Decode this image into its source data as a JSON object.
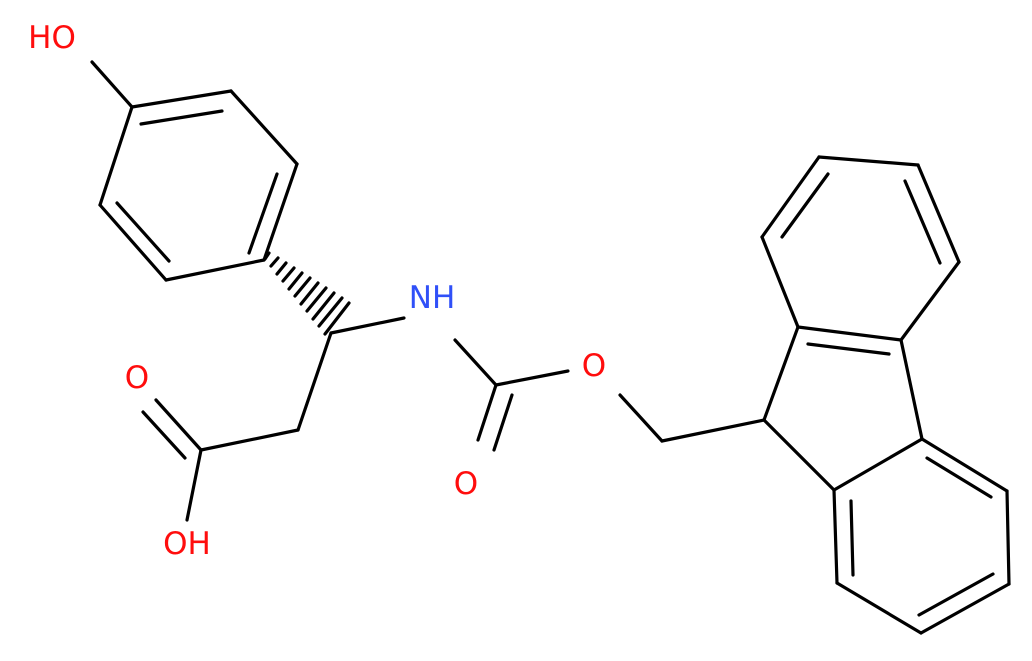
{
  "atoms": {
    "phenol_oh": {
      "text": "HO",
      "color": "#ff0d0d"
    },
    "amine_nh": {
      "text": "NH",
      "color": "#3050f8"
    },
    "ester_o": {
      "text": "O",
      "color": "#ff0d0d"
    },
    "carbamate_carbonyl_o": {
      "text": "O",
      "color": "#ff0d0d"
    },
    "acid_carbonyl_o": {
      "text": "O",
      "color": "#ff0d0d"
    },
    "acid_oh": {
      "text": "OH",
      "color": "#ff0d0d"
    }
  },
  "colors": {
    "bond": "#000000",
    "oxygen": "#ff0d0d",
    "nitrogen": "#3050f8",
    "background": "#ffffff"
  }
}
